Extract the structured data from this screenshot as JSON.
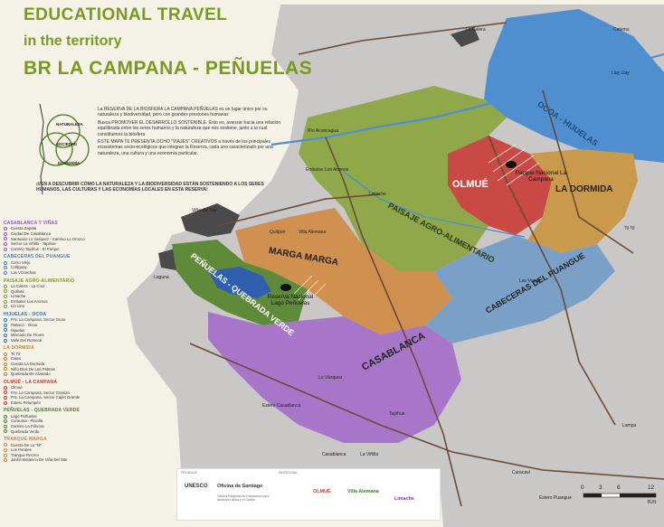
{
  "title": {
    "line1": "EDUCATIONAL TRAVEL",
    "line2": "in the territory",
    "line3": "BR LA CAMPANA - PEÑUELAS"
  },
  "intro": {
    "p1": "La RESERVA DE LA BIOSFERA LA CAMPANA PEÑUELAS es un lugar único por su naturaleza y biodiversidad, pero con grandes presiones humanas",
    "p2": "Busca PROMOVER EL DESARROLLO SOSTENIBLE. Esto es, avanzar hacia una relación equilibrada entre los seres humanos y la naturaleza que nos sostiene, junto a la cual constituimos la biósfera",
    "p3": "ESTE MAPA TE PRESENTA OCHO \"VIAJES\" CREATIVOS a través de los principales ecosistemas socio-ecológicos que integran la Reserva, cada uno caracterizado por una naturaleza, una cultura y una economía particular.",
    "call": "¡VEN A DESCUBRIR CÓMO LA NATURALEZA Y LA BIODIVERSIDAD ESTÁN SOSTENIENDO A LOS SERES HUMANOS, LAS CULTURAS Y LAS ECONOMÍAS LOCALES EN ESTA RESERVA!"
  },
  "venn": {
    "a": "NATURALEZA",
    "b": "SOCIEDAD",
    "c": "ECONOMÍA"
  },
  "legend": [
    {
      "title": "CASABLANCA Y VIÑAS",
      "color": "#8a5bb8",
      "items": [
        "Cuesta Zapata",
        "Ciudad De Casablanca",
        "Santuario Lo Vasquez - Camino Lo Orozco",
        "Sector La Viñilla - Tapihue",
        "Camino Tapihue - El Parque"
      ]
    },
    {
      "title": "CABECERAS DEL PUANGUE",
      "color": "#4a7fae",
      "items": [
        "Cerro Viejo",
        "Colliguay",
        "Las Vizcachas"
      ]
    },
    {
      "title": "PAISAJE AGRO-ALIMENTARIO",
      "color": "#7e9a2e",
      "items": [
        "La Calera - La Cruz",
        "Quillota",
        "Limache",
        "Embalse Los Aromos",
        "Llo Lleo"
      ]
    },
    {
      "title": "HIJUELAS - OCOA",
      "color": "#2a6fb5",
      "items": [
        "P.N. La Campana, Sector Ocoa",
        "Rabuco - Ocoa",
        "Hijuelas",
        "Mercado De Flores",
        "Valle Del Romeral"
      ]
    },
    {
      "title": "LA DORMIDA",
      "color": "#b7862e",
      "items": [
        "Til Til",
        "Caleu",
        "Cuesta La Dormida",
        "Niño Dios De Las Palmas",
        "Quebrada De Alvarado"
      ]
    },
    {
      "title": "OLMUÉ - LA CAMPANA",
      "color": "#c0392b",
      "items": [
        "Olmué",
        "P.N. La Campana, Sector Granizo",
        "P.N. La Campana, Sector Cajón Grande",
        "Estero Pelumpén"
      ]
    },
    {
      "title": "PEÑUELAS - QUEBRADA VERDE",
      "color": "#4f7d2c",
      "items": [
        "Lago Peñuelas",
        "Curauma - Placilla",
        "Camino La Pólvora",
        "Quebrada Verde"
      ]
    },
    {
      "title": "TRANQUE-MARGA",
      "color": "#c9823c",
      "items": [
        "Cuesta De La \"M\"",
        "Los Perales",
        "Tranque Recreo",
        "Jardín Botánico De Viña Del Mar"
      ]
    }
  ],
  "regions": {
    "ocoa": "OCOA - HIJUELAS",
    "olmue": "OLMUÉ",
    "dormida": "LA DORMIDA",
    "agro": "PAISAJE AGRO-ALIMENTARIO",
    "marga": "MARGA MARGA",
    "cabeceras": "CABECERAS DEL PUANGUE",
    "penuelas": "PEÑUELAS - QUEBRADA VERDE",
    "casablanca": "CASABLANCA"
  },
  "parks": {
    "campana": "Parque Nacional La Campana",
    "penuelas": "Reserva Nacional Lago Peñuelas"
  },
  "towns": {
    "calera": "La Calera",
    "catemu": "Catemu",
    "llollay": "Llay Llay",
    "rio_aconcagua": "Río Aconcagua",
    "embalse": "Embalse Los Aromos",
    "quilpue": "Quilpué",
    "villa_alemana": "Villa Alemana",
    "limache": "Limache",
    "laguna": "Laguna",
    "tiltil": "Til Til",
    "las_vegas": "Las Vegas",
    "lo_vasquez": "Lo Vásquez",
    "tapihue": "Tapihue",
    "casablanca_town": "Casablanca",
    "la_vinilla": "La Viñilla",
    "lampa": "Lampa",
    "curacavi": "Curacaví",
    "estero_casablanca": "Estero Casablanca",
    "estero_puangue": "Estero Puangue",
    "vina": "Viña del Mar"
  },
  "logos": {
    "produce": "PRODUCE",
    "patrocina": "PATROCINA",
    "oficina": "Oficina de Santiago",
    "oficina_sub": "Oficina Regional de Educación para América Latina y el Caribe",
    "unesco": "UNESCO",
    "villa": "Villa Alemana",
    "limache": "Limache",
    "olmue": "OLMUÉ"
  },
  "scale": {
    "labels": [
      "0",
      "3",
      "6",
      "12"
    ],
    "unit": "Km"
  },
  "colors": {
    "title": "#7a9a1f",
    "ocoa": "#4f8fd0",
    "olmue": "#c94a44",
    "dormida": "#c99a4c",
    "agro": "#8fa84a",
    "marga": "#cf9050",
    "cabeceras": "#7aa0c8",
    "penuelas": "#5f8a3a",
    "casablanca": "#a776c8",
    "urban": "#4a4a4a"
  }
}
